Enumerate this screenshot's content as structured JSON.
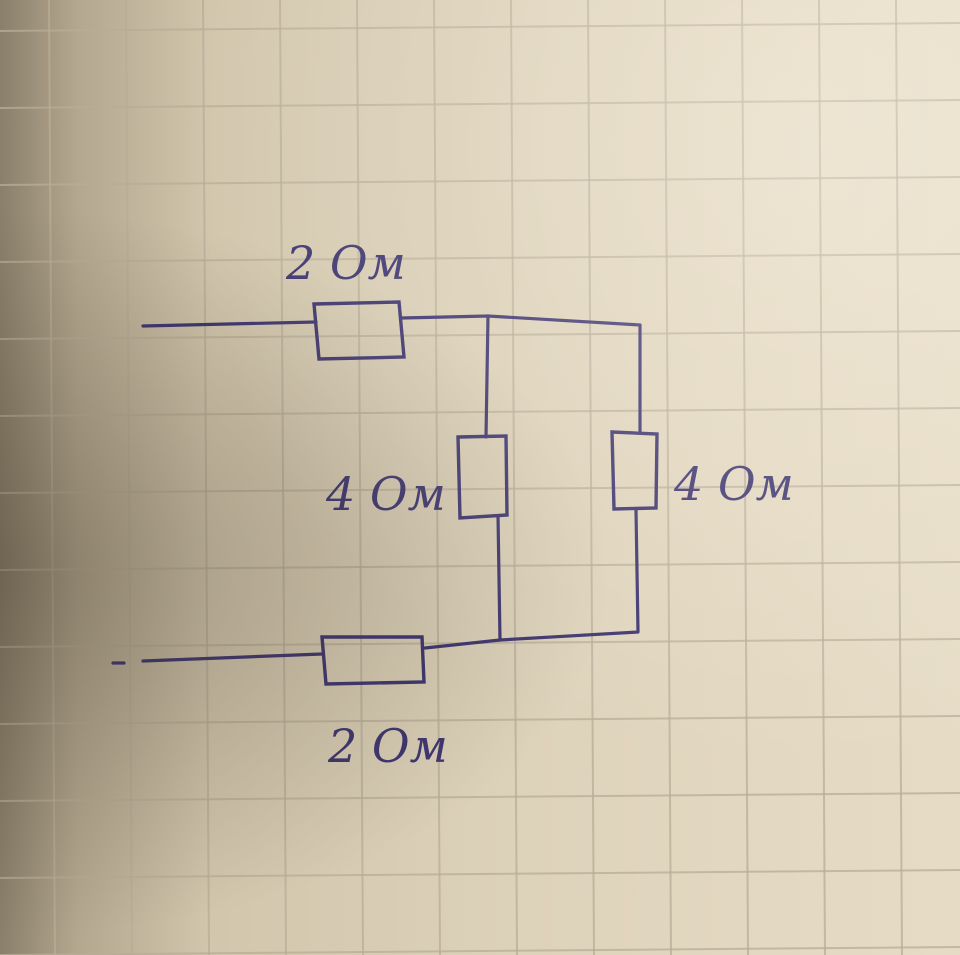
{
  "diagram": {
    "resistors": {
      "top": {
        "label": "2 Ом"
      },
      "middle": {
        "label": "4 Ом"
      },
      "right": {
        "label": "4 Ом"
      },
      "bottom": {
        "label": "2 Ом"
      }
    }
  },
  "colors": {
    "ink": "#3e3670",
    "paper": "#ddd2ba",
    "grid": "#b8ad98"
  }
}
